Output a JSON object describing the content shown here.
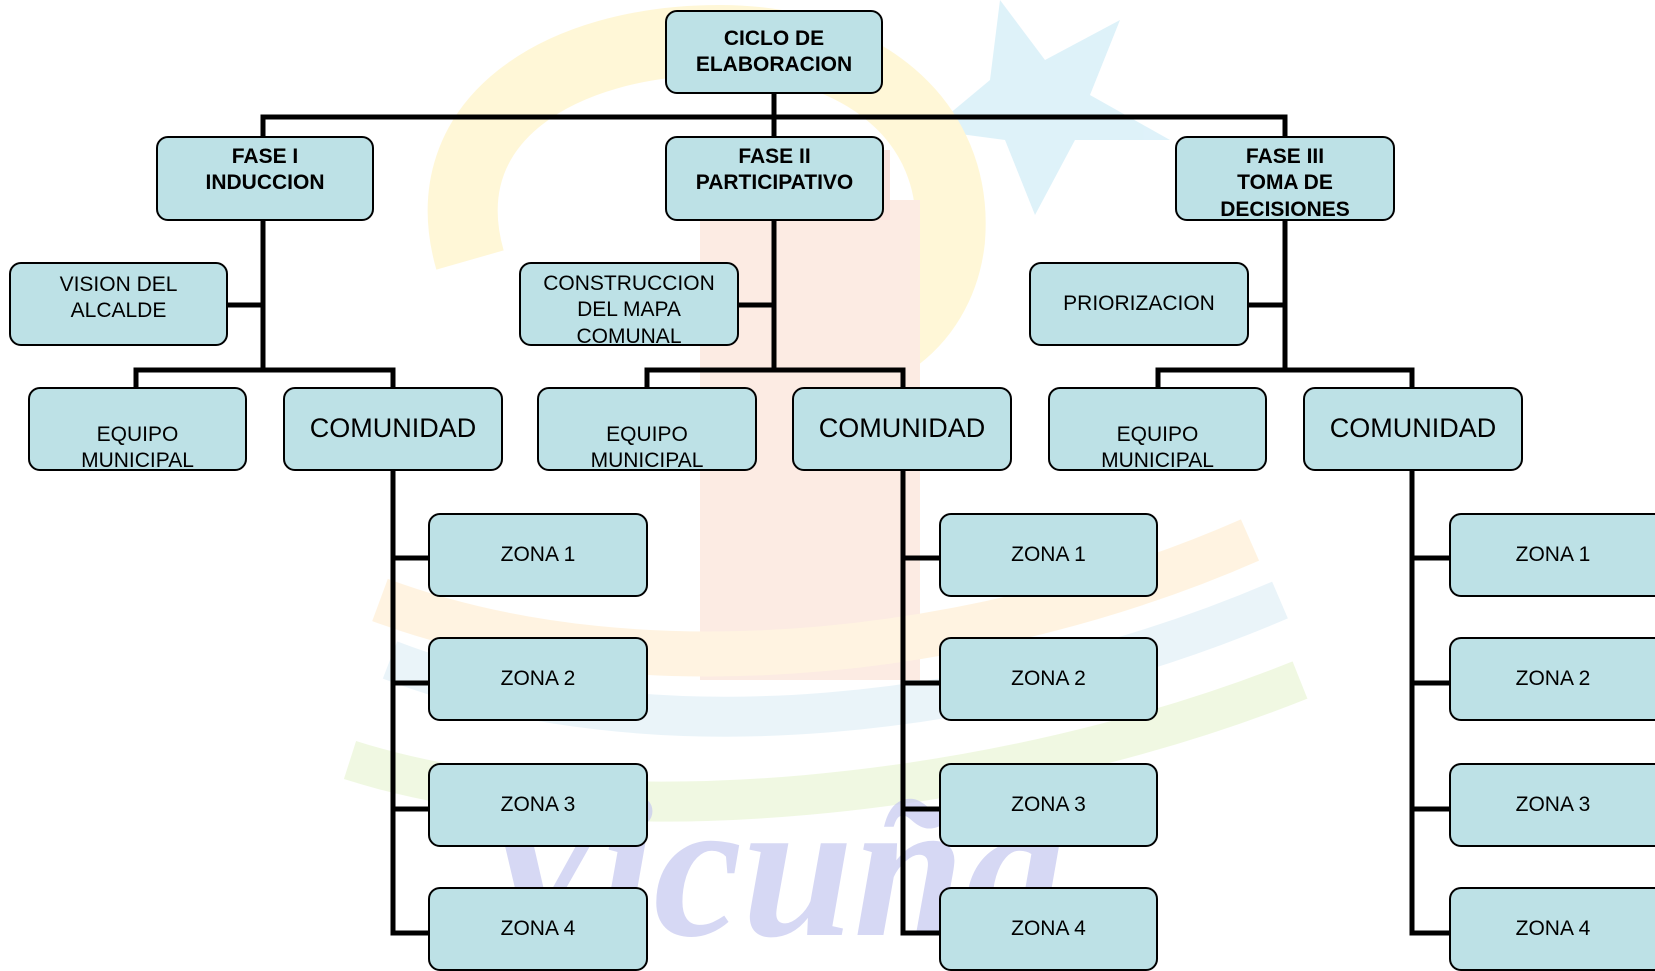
{
  "root": "CICLO DE\nELABORACION",
  "phases": [
    {
      "title": "FASE  I\nINDUCCION",
      "side": "VISION DEL\nALCALDE",
      "equipo": "EQUIPO\nMUNICIPAL",
      "comunidad": "COMUNIDAD",
      "zonas": [
        "ZONA 1",
        "ZONA 2",
        "ZONA 3",
        "ZONA 4"
      ]
    },
    {
      "title": "FASE II\nPARTICIPATIVO",
      "side": "CONSTRUCCION\nDEL MAPA\nCOMUNAL",
      "equipo": "EQUIPO\nMUNICIPAL",
      "comunidad": "COMUNIDAD",
      "zonas": [
        "ZONA 1",
        "ZONA 2",
        "ZONA 3",
        "ZONA 4"
      ]
    },
    {
      "title": "FASE III\nTOMA DE\nDECISIONES",
      "side": "PRIORIZACION",
      "equipo": "EQUIPO\nMUNICIPAL",
      "comunidad": "COMUNIDAD",
      "zonas": [
        "ZONA 1",
        "ZONA 2",
        "ZONA 3",
        "ZONA 4"
      ]
    }
  ],
  "watermark_text": "Vicuña",
  "colors": {
    "box_fill": "#bde1e6",
    "box_border": "#000000",
    "line": "#000000"
  }
}
